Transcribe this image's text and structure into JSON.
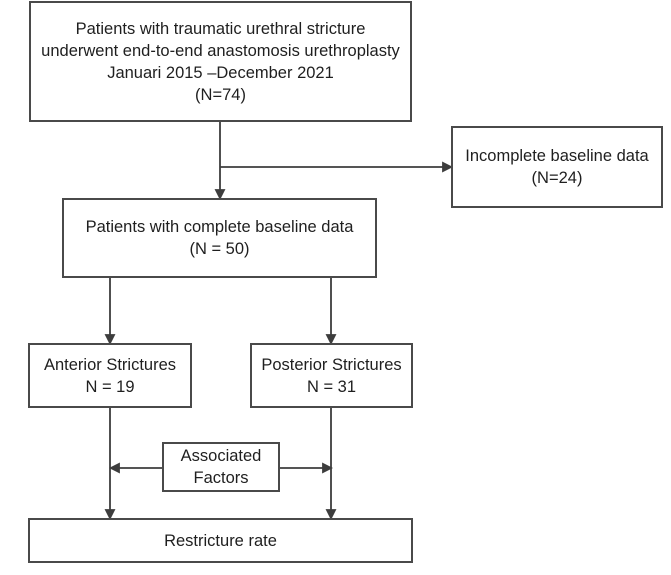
{
  "figure": {
    "type": "flow-diagram",
    "colors": {
      "background": "#ffffff",
      "box_fill": "#ffffff",
      "box_border": "#4a4a4a",
      "connector": "#3d3d3d",
      "text": "#1f1f1f"
    },
    "boxes": {
      "enrollment": {
        "lines": [
          "Patients with traumatic urethral stricture",
          "underwent end-to-end anastomosis urethroplasty",
          "Januari 2015 –December 2021",
          "(N=74)"
        ]
      },
      "excluded": {
        "lines": [
          "Incomplete baseline data",
          "(N=24)"
        ]
      },
      "complete": {
        "lines": [
          "Patients with complete baseline data",
          "(N = 50)"
        ]
      },
      "anterior": {
        "lines": [
          "Anterior Strictures",
          "N = 19"
        ]
      },
      "posterior": {
        "lines": [
          "Posterior Strictures",
          "N = 31"
        ]
      },
      "factors": {
        "lines": [
          "Associated",
          "Factors"
        ]
      },
      "outcome": {
        "lines": [
          "Restricture rate"
        ]
      }
    }
  }
}
